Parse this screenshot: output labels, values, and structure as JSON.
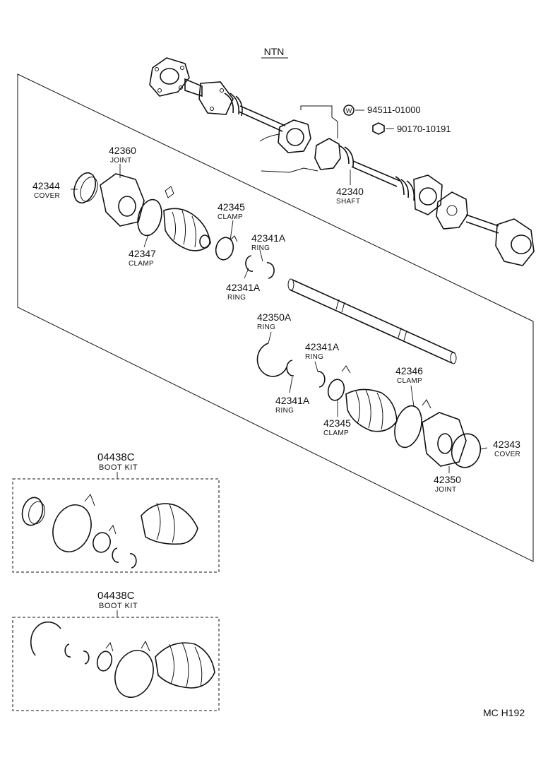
{
  "header": {
    "brand": "NTN"
  },
  "footer": {
    "code": "MC H192"
  },
  "hardware": [
    {
      "number": "94511-01000",
      "symbol": "W"
    },
    {
      "number": "90170-10191"
    }
  ],
  "parts": {
    "joint_outer": {
      "number": "42360",
      "name": "JOINT"
    },
    "cover_outer": {
      "number": "42344",
      "name": "COVER"
    },
    "clamp_outer": {
      "number": "42345",
      "name": "CLAMP"
    },
    "clamp_large": {
      "number": "42347",
      "name": "CLAMP"
    },
    "ring_a": {
      "number": "42341A",
      "name": "RING"
    },
    "ring_b": {
      "number": "42341A",
      "name": "RING"
    },
    "shaft": {
      "number": "42340",
      "name": "SHAFT"
    },
    "ring_snap": {
      "number": "42350A",
      "name": "RING"
    },
    "ring_c": {
      "number": "42341A",
      "name": "RING"
    },
    "ring_d": {
      "number": "42341A",
      "name": "RING"
    },
    "clamp_inner": {
      "number": "42346",
      "name": "CLAMP"
    },
    "clamp_inner_s": {
      "number": "42345",
      "name": "CLAMP"
    },
    "cover_inner": {
      "number": "42343",
      "name": "COVER"
    },
    "joint_inner": {
      "number": "42350",
      "name": "JOINT"
    }
  },
  "kits": [
    {
      "number": "04438C",
      "name": "BOOT KIT"
    },
    {
      "number": "04438C",
      "name": "BOOT KIT"
    }
  ]
}
